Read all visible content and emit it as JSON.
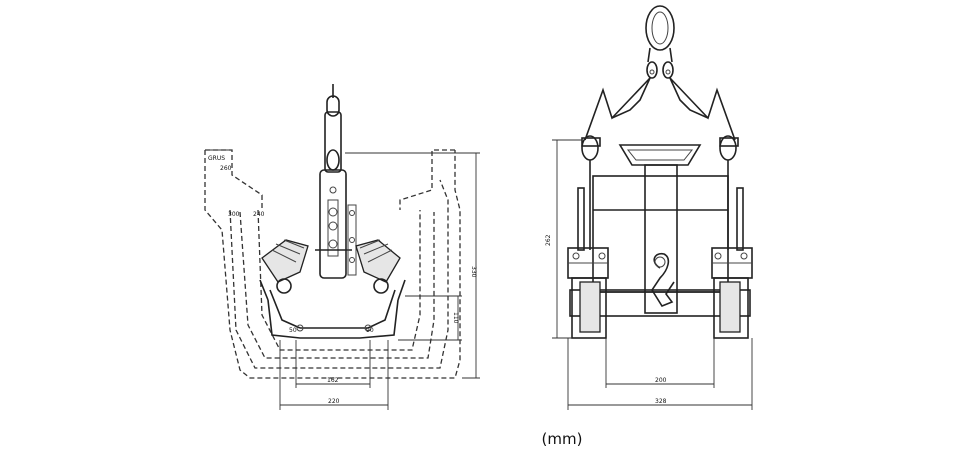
{
  "unit_label": "(mm)",
  "left_view": {
    "name": "side-view",
    "labels": {
      "top_left_a": "GRUS",
      "top_left_b": "260",
      "inner_a": "300",
      "inner_b": "240",
      "height_right": "330",
      "height_lower": "110",
      "width_inner": "162",
      "width_outer": "220",
      "marker_left": "50",
      "marker_right": "90"
    }
  },
  "right_view": {
    "name": "front-view",
    "labels": {
      "height_left": "262",
      "width_inner": "200",
      "width_outer": "328"
    }
  }
}
